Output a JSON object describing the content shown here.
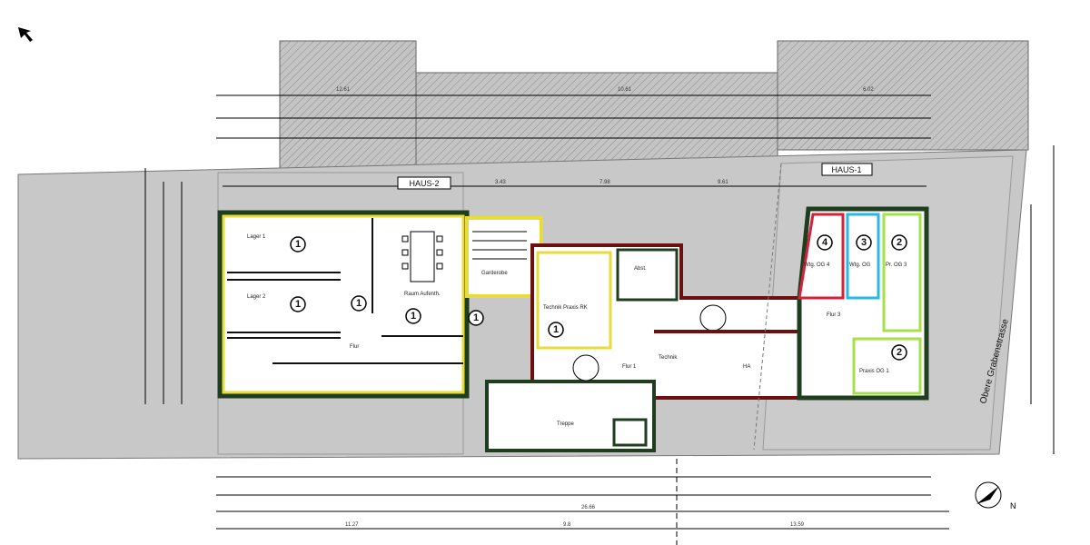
{
  "plan": {
    "building_tags": [
      "HAUS-2",
      "HAUS-1"
    ],
    "street": "Obere Grabenstrasse",
    "north_label": "N",
    "rooms": [
      {
        "label": "Lager 1",
        "unit": "1"
      },
      {
        "label": "Lager 2",
        "unit": "1"
      },
      {
        "label": "Raum Aufenth.",
        "unit": "1"
      },
      {
        "label": "Flur",
        "unit": "1"
      },
      {
        "label": "Garderobe",
        "unit": "1"
      },
      {
        "label": "Technik Praxis RK",
        "unit": "1"
      },
      {
        "label": "Abst.",
        "unit": ""
      },
      {
        "label": "Flur 1",
        "unit": ""
      },
      {
        "label": "Technik",
        "unit": ""
      },
      {
        "label": "HA",
        "unit": ""
      },
      {
        "label": "Treppe",
        "unit": ""
      },
      {
        "label": "Flur 3",
        "unit": ""
      },
      {
        "label": "Wtg. OG 4",
        "unit": "4"
      },
      {
        "label": "Wtg. OG",
        "unit": "3"
      },
      {
        "label": "Pr. OG 3",
        "unit": "2"
      },
      {
        "label": "Praxis OG 1",
        "unit": "2"
      }
    ],
    "dimensions_top": [
      "12.61",
      "10.61",
      "6.02",
      "7.98",
      "9.61",
      "3.43"
    ],
    "dimensions_bottom": [
      "26.66",
      "11.27",
      "9.8",
      "13.59"
    ],
    "colors": {
      "site": "#c8c8c8",
      "hatch": "#b0b0b0",
      "wall_green": "#1f3d1f",
      "wall_red": "#6b0f0f",
      "unit1": "#e8dc3a",
      "unit2": "#a6e04a",
      "unit3": "#28b8e0",
      "unit4": "#d8203a"
    }
  }
}
